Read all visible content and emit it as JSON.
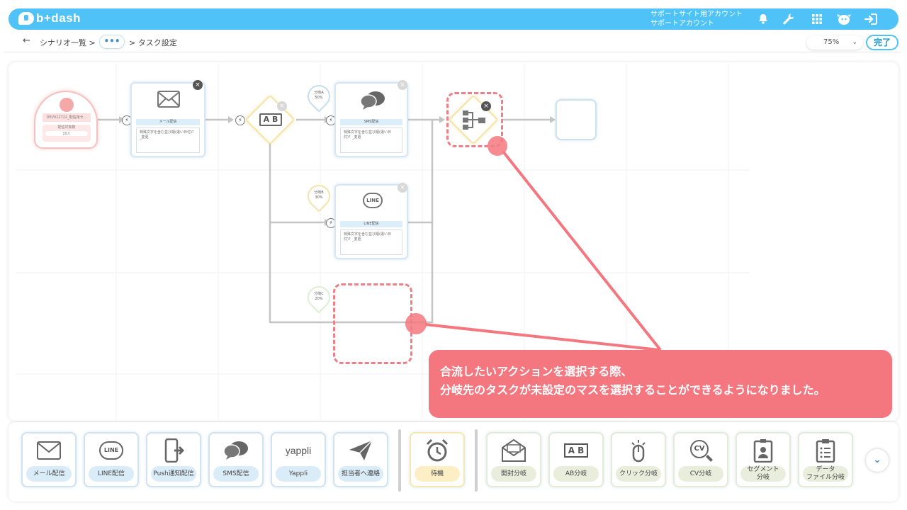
{
  "header": {
    "brand": "b+dash",
    "account_line1": "サポートサイト用アカウント",
    "account_line2": "サポートアカウント",
    "icons": [
      "bell-icon",
      "wrench-icon",
      "grid-icon",
      "mascot-icon",
      "logout-icon"
    ]
  },
  "breadcrumb": {
    "back": "←",
    "scenario_list": "シナリオ一覧 >",
    "dots": "•••",
    "current": "> タスク設定"
  },
  "toolbar": {
    "zoom": "75%",
    "zoom_caret": "⌄",
    "done_label": "完了"
  },
  "canvas": {
    "start_node": {
      "label": "DEV012722_配信用セ...",
      "target_label": "配信対象数",
      "count": "10人"
    },
    "mail_card": {
      "title": "メール配信",
      "body": "特殊文字を含む並び順(違い日付)？_変更"
    },
    "ab_node": {
      "label": "A B"
    },
    "sms_card": {
      "title": "SMS配信",
      "body": "特殊文字を含む並び順(違い日付)？_変更"
    },
    "line_card": {
      "title": "LINE配信",
      "body": "特殊文字を含む並び順(違い日付)？_変更",
      "logo": "LINE"
    },
    "branch_a": {
      "name": "分岐A",
      "pct": "50%"
    },
    "branch_b": {
      "name": "分岐B",
      "pct": "30%"
    },
    "branch_c": {
      "name": "分岐C",
      "pct": "20%"
    },
    "close_symbol": "×",
    "bolt_symbol": "⚡"
  },
  "callout": {
    "line1": "合流したいアクションを選択する際、",
    "line2": "分岐先のタスクが未設定のマスを選択することができるようになりました。"
  },
  "palette": {
    "actions": [
      {
        "label": "メール配信",
        "icon": "envelope-icon"
      },
      {
        "label": "LINE配信",
        "icon": "line-icon"
      },
      {
        "label": "Push通知配信",
        "icon": "phone-push-icon"
      },
      {
        "label": "SMS配信",
        "icon": "chat-bubbles-icon"
      },
      {
        "label": "Yappli",
        "icon": "yappli-icon",
        "logo": "yappli"
      },
      {
        "label": "担当者へ連絡",
        "icon": "paper-plane-icon"
      }
    ],
    "wait": {
      "label": "待機",
      "icon": "alarm-clock-icon"
    },
    "branches": [
      {
        "label": "開封分岐",
        "icon": "open-mail-icon"
      },
      {
        "label": "AB分岐",
        "icon": "ab-icon",
        "glyph": "A B"
      },
      {
        "label": "クリック分岐",
        "icon": "mouse-click-icon"
      },
      {
        "label": "CV分岐",
        "icon": "cv-search-icon",
        "glyph": "CV"
      },
      {
        "label": "セグメント\n分岐",
        "icon": "id-badge-icon"
      },
      {
        "label": "データ\nファイル分岐",
        "icon": "clipboard-list-icon"
      }
    ],
    "scroll": "⌄"
  }
}
